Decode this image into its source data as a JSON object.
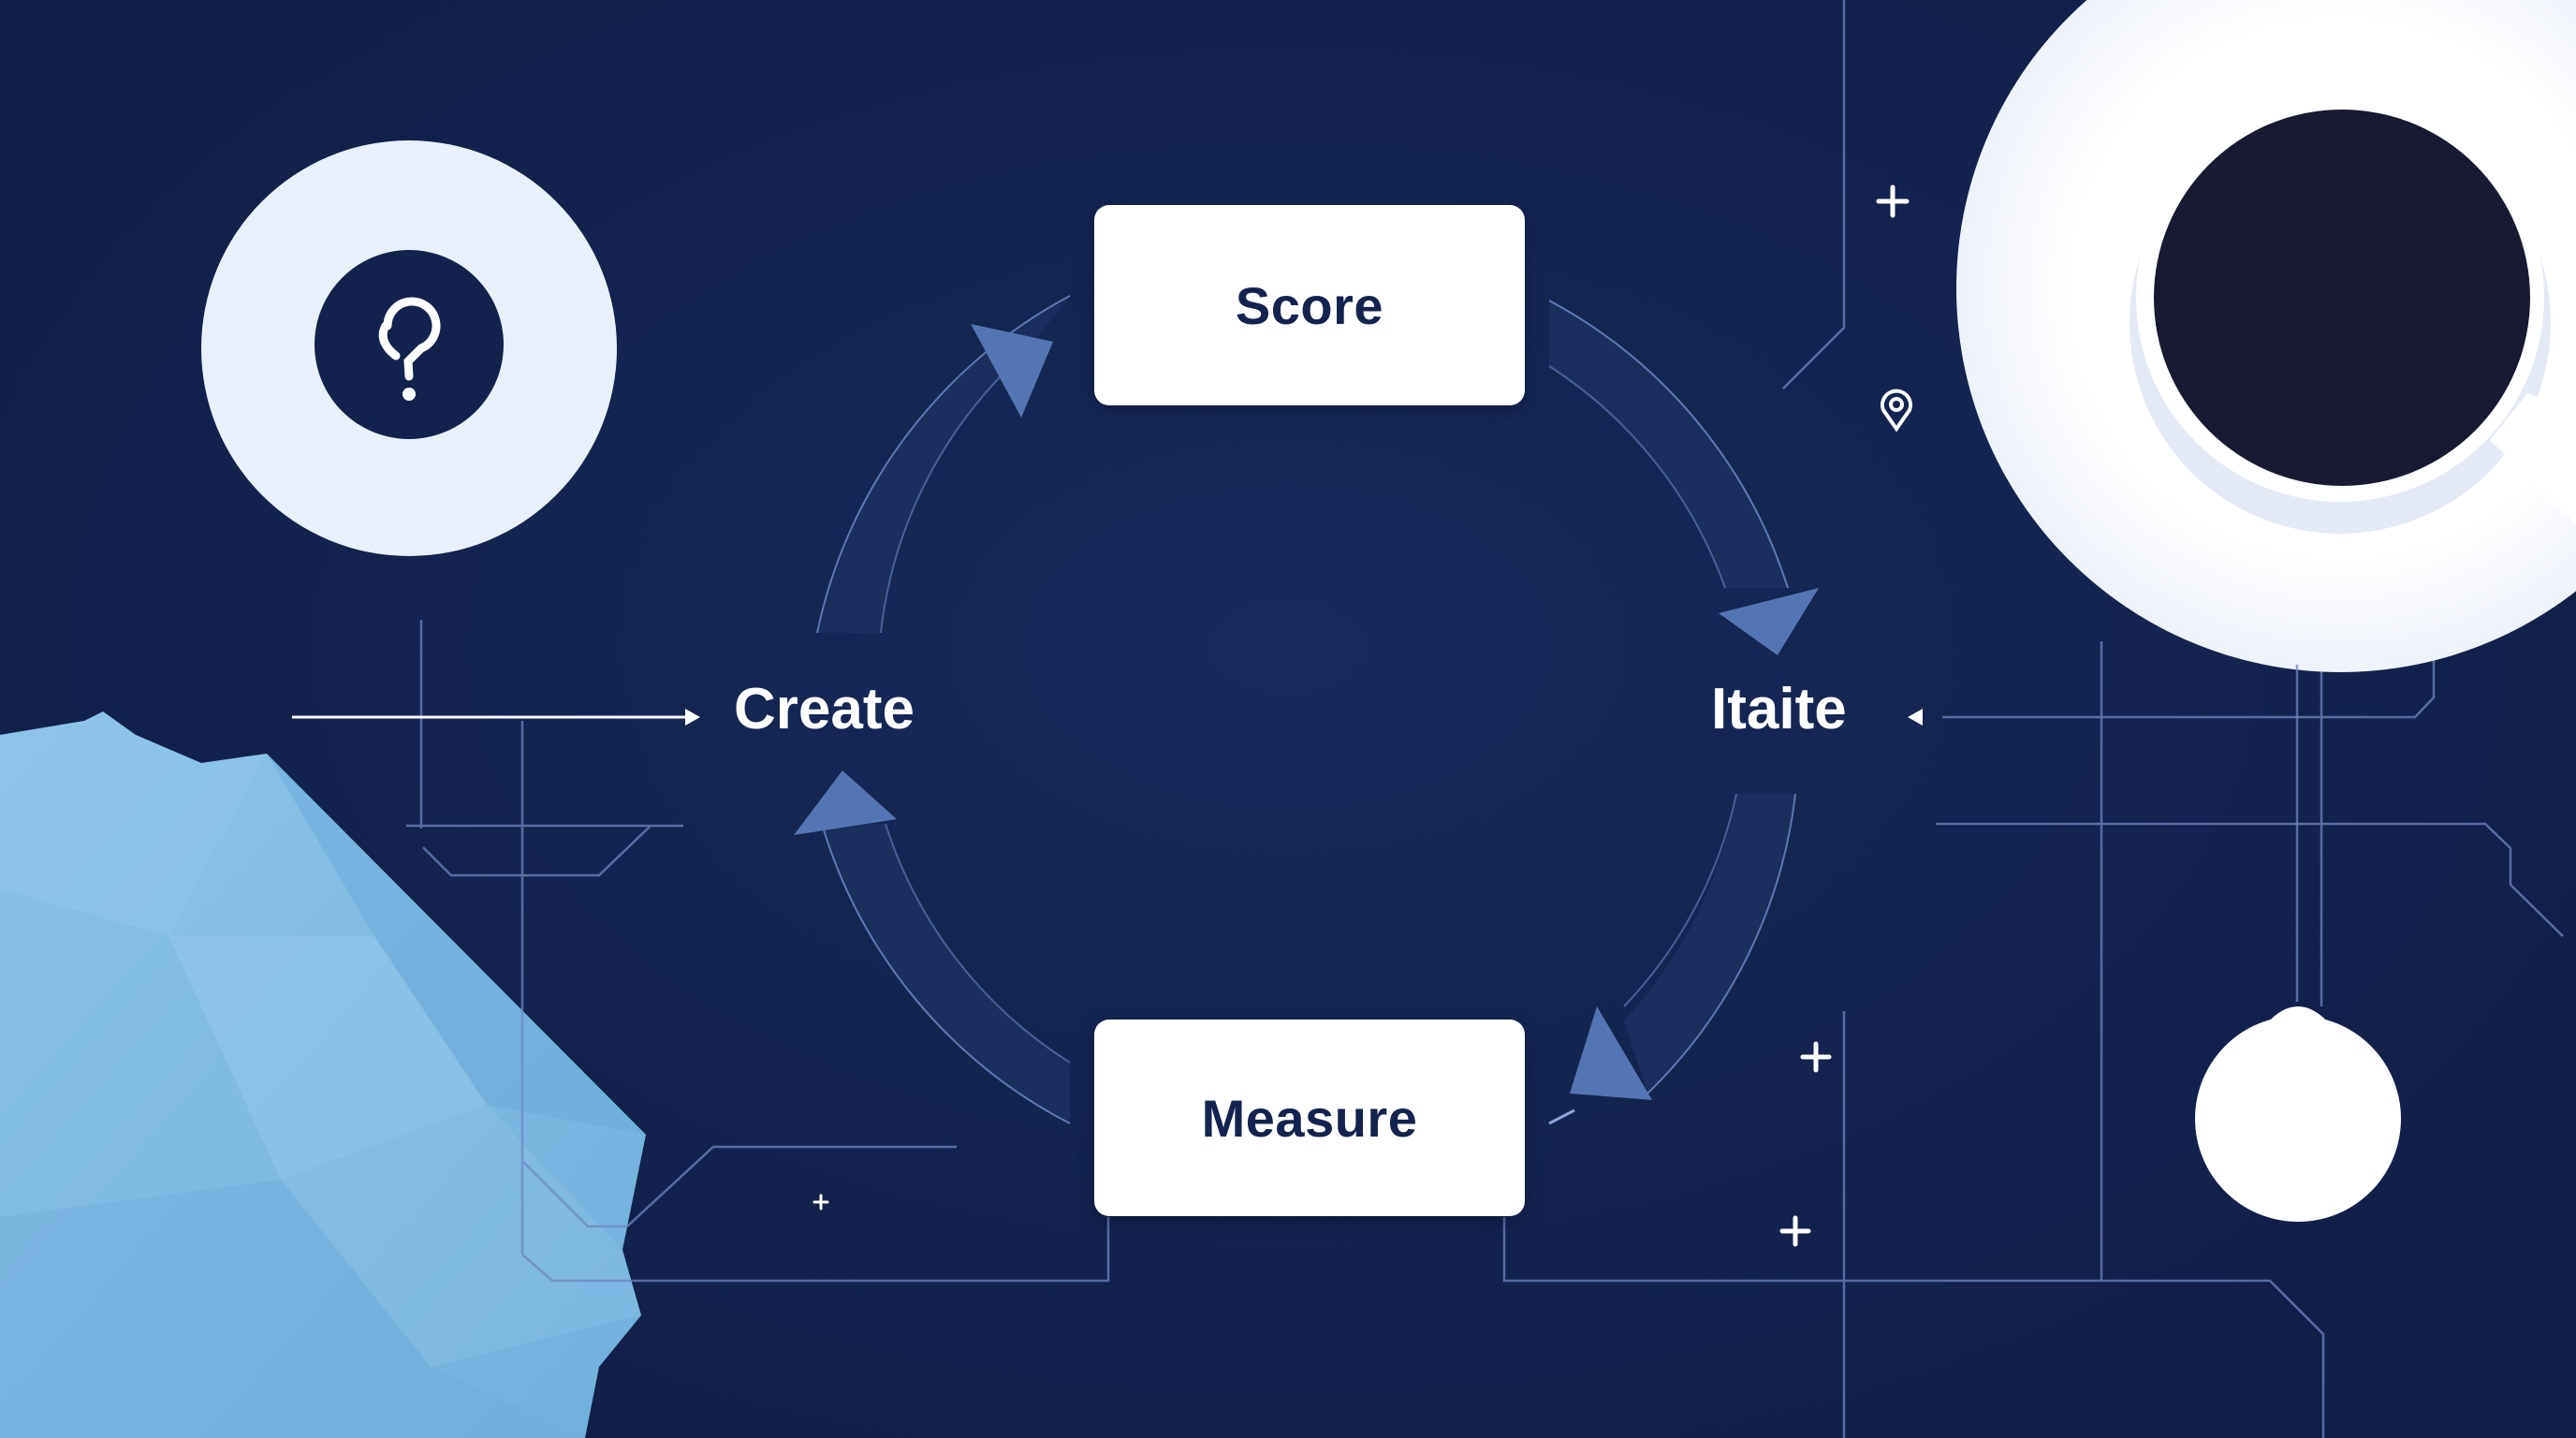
{
  "diagram": {
    "nodes": {
      "score": "Score",
      "iterate": "Itaite",
      "measure": "Measure",
      "create": "Create"
    },
    "icons": {
      "help": "question-icon",
      "pin": "location-pin-icon",
      "cup": "coffee-cup-icon",
      "plus": "plus-icon"
    },
    "colors": {
      "background": "#13214c",
      "arrow_band": "#1c2e5e",
      "arrow_head": "#5575b5",
      "box": "#ffffff",
      "box_text": "#14234d",
      "accent_shape": "#7ab8e0"
    }
  }
}
